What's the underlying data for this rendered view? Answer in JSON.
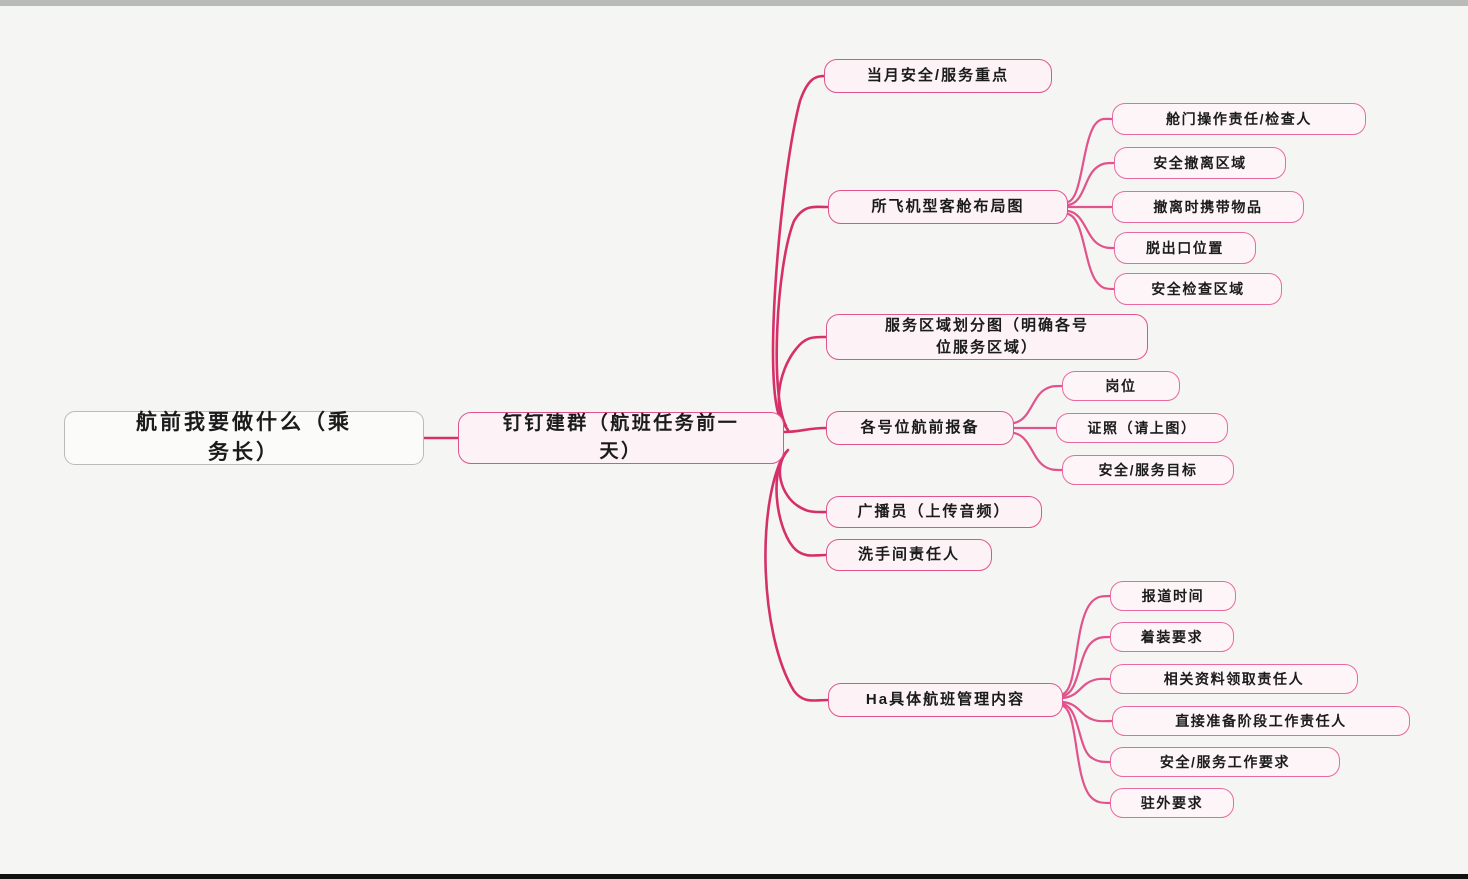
{
  "colors": {
    "page_background": "#f5f6f3",
    "edge_stroke": "#d6306a",
    "edge_stroke_light": "#ec7aa8",
    "node_border_pink": "#e0538c",
    "node_fill_pink": "#fdf3f7",
    "root_border": "#b9bbbb",
    "text": "#1b1b1b",
    "top_bar": "#b9bbb6",
    "bottom_bar": "#111111"
  },
  "mindmap": {
    "root": {
      "label": "航前我要做什么（乘\n务长）"
    },
    "trunk": {
      "label": "钉钉建群（航班任务前一\n天）"
    },
    "branches": [
      {
        "label": "当月安全/服务重点",
        "children": []
      },
      {
        "label": "所飞机型客舱布局图",
        "children": [
          {
            "label": "舱门操作责任/检查人"
          },
          {
            "label": "安全撤离区域"
          },
          {
            "label": "撤离时携带物品"
          },
          {
            "label": "脱出口位置"
          },
          {
            "label": "安全检查区域"
          }
        ]
      },
      {
        "label": "服务区域划分图（明确各号\n位服务区域）",
        "children": []
      },
      {
        "label": "各号位航前报备",
        "children": [
          {
            "label": "岗位"
          },
          {
            "label": "证照（请上图）"
          },
          {
            "label": "安全/服务目标"
          }
        ]
      },
      {
        "label": "广播员（上传音频）",
        "children": []
      },
      {
        "label": "洗手间责任人",
        "children": []
      },
      {
        "label": "Ha具体航班管理内容",
        "children": [
          {
            "label": "报道时间"
          },
          {
            "label": "着装要求"
          },
          {
            "label": "相关资料领取责任人"
          },
          {
            "label": "直接准备阶段工作责任人"
          },
          {
            "label": "安全/服务工作要求"
          },
          {
            "label": "驻外要求"
          }
        ]
      }
    ]
  }
}
